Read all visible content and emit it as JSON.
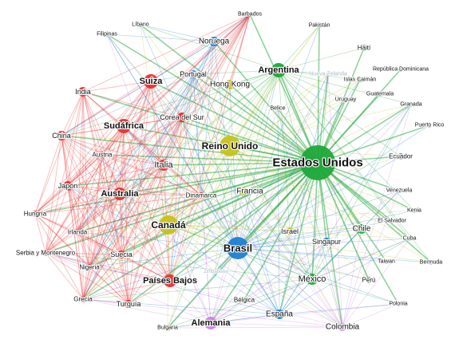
{
  "colors": {
    "red": "#e8302e",
    "yellow": "#c6c21c",
    "green": "#1fa83a",
    "blue": "#1f7fd0",
    "purple": "#cf7fe6"
  },
  "nodes": [
    {
      "id": "estados-unidos",
      "label": "Estados Unidos",
      "group": "green"
    },
    {
      "id": "reino-unido",
      "label": "Reino Unido",
      "group": "yellow"
    },
    {
      "id": "brasil",
      "label": "Brasil",
      "group": "blue"
    },
    {
      "id": "canada",
      "label": "Canadá",
      "group": "yellow"
    },
    {
      "id": "argentina",
      "label": "Argentina",
      "group": "green"
    },
    {
      "id": "suiza",
      "label": "Suiza",
      "group": "red"
    },
    {
      "id": "sudafrica",
      "label": "Sudáfrica",
      "group": "red"
    },
    {
      "id": "italia",
      "label": "Italia",
      "group": "red"
    },
    {
      "id": "australia",
      "label": "Australia",
      "group": "red"
    },
    {
      "id": "alemania",
      "label": "Alemania",
      "group": "purple"
    },
    {
      "id": "paises-bajos",
      "label": "Países Bajos",
      "group": "red"
    },
    {
      "id": "mexico",
      "label": "México",
      "group": "green"
    },
    {
      "id": "chile",
      "label": "Chile",
      "group": "green"
    },
    {
      "id": "espana",
      "label": "España",
      "group": "blue"
    },
    {
      "id": "colombia",
      "label": "Colombia",
      "group": "purple"
    },
    {
      "id": "francia",
      "label": "Francia",
      "group": "yellow"
    },
    {
      "id": "hong-kong",
      "label": "Hong Kong",
      "group": "yellow"
    },
    {
      "id": "noruega",
      "label": "Noruega",
      "group": "blue"
    },
    {
      "id": "portugal",
      "label": "Portugal",
      "group": "blue"
    },
    {
      "id": "india",
      "label": "India",
      "group": "red"
    },
    {
      "id": "china",
      "label": "China",
      "group": "red"
    },
    {
      "id": "japon",
      "label": "Japón",
      "group": "red"
    },
    {
      "id": "corea-del-sur",
      "label": "Corea del Sur",
      "group": "red"
    },
    {
      "id": "austria",
      "label": "Austria",
      "group": "red"
    },
    {
      "id": "dinamarca",
      "label": "Dinamarca",
      "group": "red"
    },
    {
      "id": "hungria",
      "label": "Hungría",
      "group": "red"
    },
    {
      "id": "irlanda",
      "label": "Irlanda",
      "group": "red"
    },
    {
      "id": "serbia",
      "label": "Serbia y Montenegro",
      "group": "red"
    },
    {
      "id": "nigeria",
      "label": "Nigeria",
      "group": "red"
    },
    {
      "id": "suecia",
      "label": "Suecia",
      "group": "red"
    },
    {
      "id": "grecia",
      "label": "Grecia",
      "group": "red"
    },
    {
      "id": "turquia",
      "label": "Turquía",
      "group": "red"
    },
    {
      "id": "israel",
      "label": "Israel",
      "group": "yellow"
    },
    {
      "id": "singapur",
      "label": "Singapur",
      "group": "blue"
    },
    {
      "id": "peru",
      "label": "Perú",
      "group": "green"
    },
    {
      "id": "belgica",
      "label": "Bélgica",
      "group": "yellow"
    },
    {
      "id": "bulgaria",
      "label": "Bulgaria",
      "group": "yellow"
    },
    {
      "id": "barbados",
      "label": "Barbados",
      "group": "red"
    },
    {
      "id": "libano",
      "label": "Líbano",
      "group": "blue"
    },
    {
      "id": "filipinas",
      "label": "Filipinas",
      "group": "blue"
    },
    {
      "id": "pakistan",
      "label": "Pakistán",
      "group": "green"
    },
    {
      "id": "haiti",
      "label": "Haití",
      "group": "green"
    },
    {
      "id": "nueva-zelanda",
      "label": "Nueva Zelanda",
      "group": "blue"
    },
    {
      "id": "rep-dominicana",
      "label": "República Dominicana",
      "group": "green"
    },
    {
      "id": "islas-caiman",
      "label": "Islas Caimán",
      "group": "green"
    },
    {
      "id": "belice",
      "label": "Belice",
      "group": "green"
    },
    {
      "id": "uruguay",
      "label": "Uruguay",
      "group": "green"
    },
    {
      "id": "guatemala",
      "label": "Guatemala",
      "group": "green"
    },
    {
      "id": "granada",
      "label": "Granada",
      "group": "green"
    },
    {
      "id": "puerto-rico",
      "label": "Puerto Rico",
      "group": "blue"
    },
    {
      "id": "ecuador",
      "label": "Ecuador",
      "group": "blue"
    },
    {
      "id": "venezuela",
      "label": "Venezuela",
      "group": "blue"
    },
    {
      "id": "kenia",
      "label": "Kenia",
      "group": "green"
    },
    {
      "id": "el-salvador",
      "label": "El Salvador",
      "group": "blue"
    },
    {
      "id": "cuba",
      "label": "Cuba",
      "group": "blue"
    },
    {
      "id": "taiwan",
      "label": "Taiwan",
      "group": "blue"
    },
    {
      "id": "bermuda",
      "label": "Bermuda",
      "group": "blue"
    },
    {
      "id": "polonia",
      "label": "Polonia",
      "group": "blue"
    },
    {
      "id": "zimbabwe",
      "label": "Zimbabwe",
      "group": "blue"
    }
  ]
}
